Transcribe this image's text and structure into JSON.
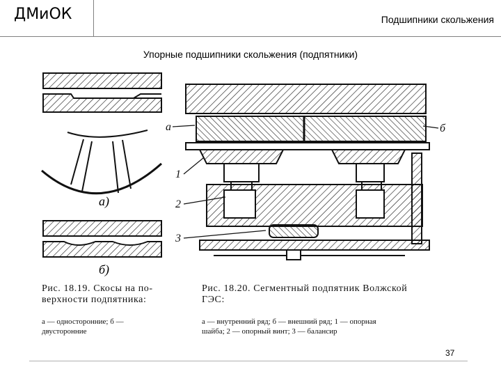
{
  "header": {
    "logo": "ДМиОК",
    "slide_title": "Подшипники скольжения"
  },
  "subtitle": "Упорные подшипники скольжения (подпятники)",
  "figure": {
    "left_labels": {
      "a": "а)",
      "b": "б)"
    },
    "right_labels": {
      "a": "а",
      "b": "б",
      "n1": "1",
      "n2": "2",
      "n3": "3"
    },
    "caption_left": {
      "title_line1": "Рис. 18.19. Скосы на по-",
      "title_line2": "верхности подпятника:",
      "sub_line1": "а — односторонние;          б —",
      "sub_line2": "двусторонние"
    },
    "caption_right": {
      "title_line1": "Рис. 18.20. Сегментный подпятник Волжской",
      "title_line2": "ГЭС:",
      "sub_line1": "а — внутренний ряд; б — внешний ряд; 1 — опорная",
      "sub_line2": "шайба; 2 — опорный винт; 3 — балансир"
    }
  },
  "page_number": "37"
}
